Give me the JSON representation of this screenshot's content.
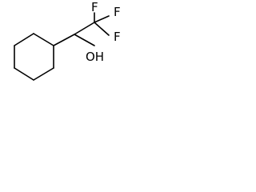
{
  "molecule": {
    "atoms": {
      "fluorine_top": "F",
      "fluorine_upper_right": "F",
      "fluorine_right": "F",
      "hydroxyl": "OH"
    },
    "colors": {
      "bond": "#000000",
      "label": "#000000",
      "background": "#ffffff"
    }
  }
}
